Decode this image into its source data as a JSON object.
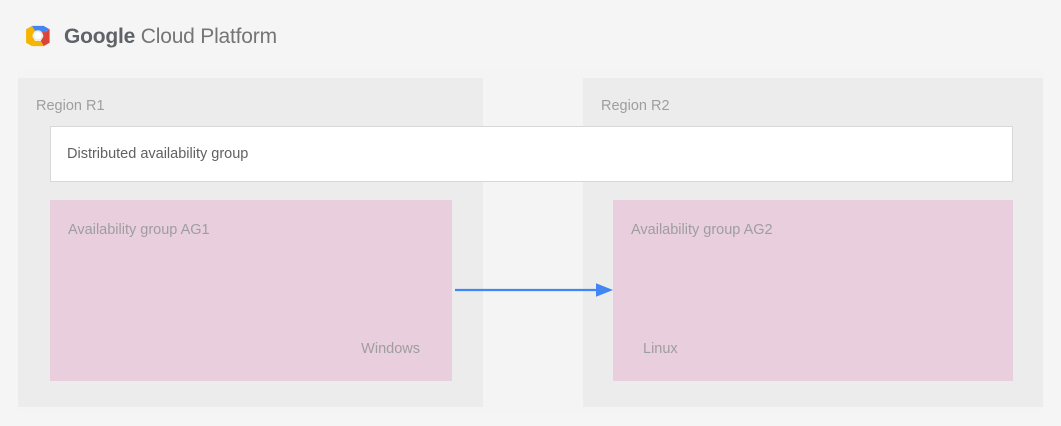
{
  "header": {
    "logo_icon": "google-cloud-platform-logo-icon",
    "brand_strong": "Google",
    "brand_light": "Cloud Platform",
    "brand_full": "Google Cloud Platform"
  },
  "diagram": {
    "type": "architecture-diagram",
    "distributed_group": {
      "label": "Distributed availability group"
    },
    "regions": [
      {
        "id": "r1",
        "label": "Region R1",
        "availability_group": {
          "title": "Availability group AG1",
          "os": "Windows"
        }
      },
      {
        "id": "r2",
        "label": "Region R2",
        "availability_group": {
          "title": "Availability group AG2",
          "os": "Linux"
        }
      }
    ],
    "connector": {
      "icon": "right-arrow-icon",
      "direction": "left-to-right",
      "from": "Availability group AG1",
      "to": "Availability group AG2",
      "label": ""
    }
  },
  "colors": {
    "page_background": "#f5f5f5",
    "panel_background": "#f4f4f4",
    "region_background": "#ececec",
    "availability_group_fill": "#e9cedd",
    "distributed_group_fill": "#ffffff",
    "distributed_group_border": "#d8d8d8",
    "arrow": "#4285f4",
    "muted_text": "#9e9e9e",
    "body_text": "#616161",
    "logo_blue": "#4285f4",
    "logo_red": "#db4437",
    "logo_yellow": "#f4b400",
    "logo_green": "#0f9d58"
  }
}
